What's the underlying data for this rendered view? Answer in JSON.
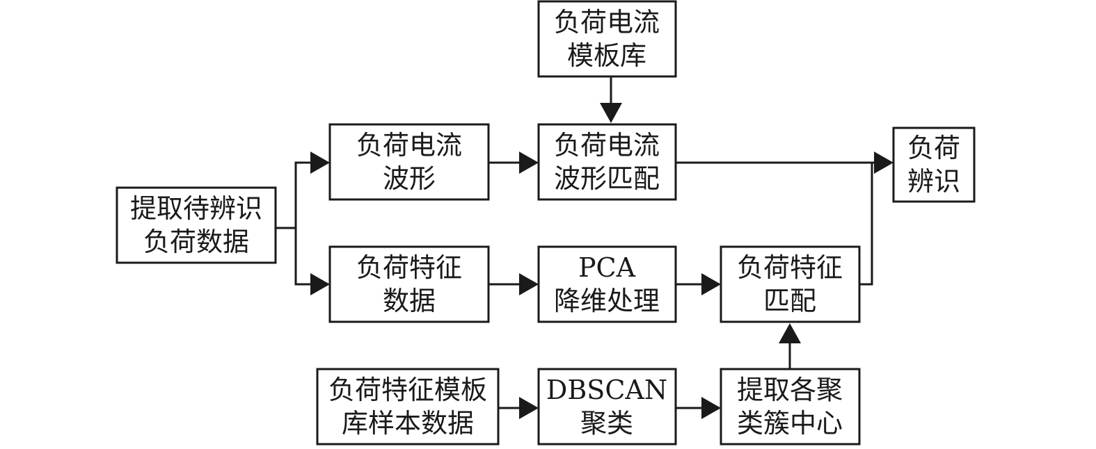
{
  "nodes": {
    "extract": {
      "lines": [
        "提取待辨识",
        "负荷数据"
      ]
    },
    "waveform": {
      "lines": [
        "负荷电流",
        "波形"
      ]
    },
    "template_lib": {
      "lines": [
        "负荷电流",
        "模板库"
      ]
    },
    "wave_match": {
      "lines": [
        "负荷电流",
        "波形匹配"
      ]
    },
    "identify": {
      "lines": [
        "负荷",
        "辨识"
      ]
    },
    "feature_data": {
      "lines": [
        "负荷特征",
        "数据"
      ]
    },
    "pca": {
      "lines": [
        "PCA",
        "降维处理"
      ]
    },
    "feature_match": {
      "lines": [
        "负荷特征",
        "匹配"
      ]
    },
    "sample_data": {
      "lines": [
        "负荷特征模板",
        "库样本数据"
      ]
    },
    "dbscan": {
      "lines": [
        "DBSCAN",
        "聚类"
      ]
    },
    "centers": {
      "lines": [
        "提取各聚",
        "类簇中心"
      ]
    }
  },
  "edges": [
    {
      "from": "extract",
      "to": "waveform"
    },
    {
      "from": "extract",
      "to": "feature_data"
    },
    {
      "from": "template_lib",
      "to": "wave_match"
    },
    {
      "from": "waveform",
      "to": "wave_match"
    },
    {
      "from": "wave_match",
      "to": "identify"
    },
    {
      "from": "feature_data",
      "to": "pca"
    },
    {
      "from": "pca",
      "to": "feature_match"
    },
    {
      "from": "feature_match",
      "to": "identify"
    },
    {
      "from": "sample_data",
      "to": "dbscan"
    },
    {
      "from": "dbscan",
      "to": "centers"
    },
    {
      "from": "centers",
      "to": "feature_match"
    }
  ]
}
